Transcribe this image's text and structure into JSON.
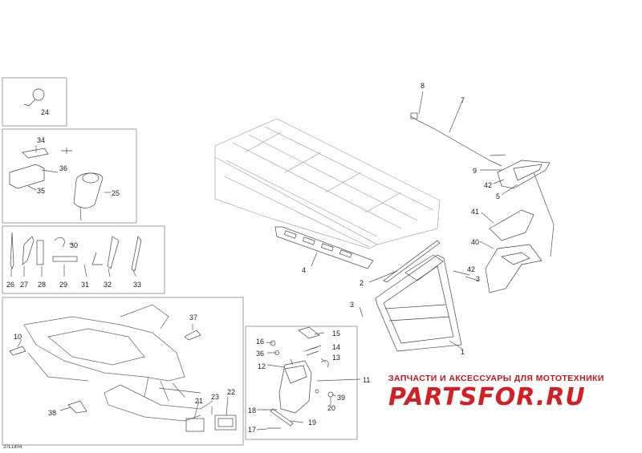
{
  "diagram": {
    "code": "37L1404",
    "callouts": [
      "1",
      "2",
      "3",
      "3",
      "4",
      "5",
      "7",
      "8",
      "9",
      "10",
      "11",
      "12",
      "13",
      "14",
      "15",
      "16",
      "17",
      "18",
      "19",
      "20",
      "21",
      "22",
      "23",
      "24",
      "25",
      "26",
      "27",
      "28",
      "29",
      "30",
      "31",
      "32",
      "33",
      "34",
      "35",
      "36",
      "36",
      "37",
      "38",
      "39",
      "40",
      "41",
      "42",
      "42"
    ]
  },
  "watermark": {
    "tagline": "ЗАПЧАСТИ И АКСЕССУАРЫ ДЛЯ МОТОТЕХНИКИ",
    "logo": "PARTSFOR.RU",
    "color": "#d21f26"
  },
  "colors": {
    "line": "#555555",
    "frame": "#777777",
    "text": "#222222"
  }
}
